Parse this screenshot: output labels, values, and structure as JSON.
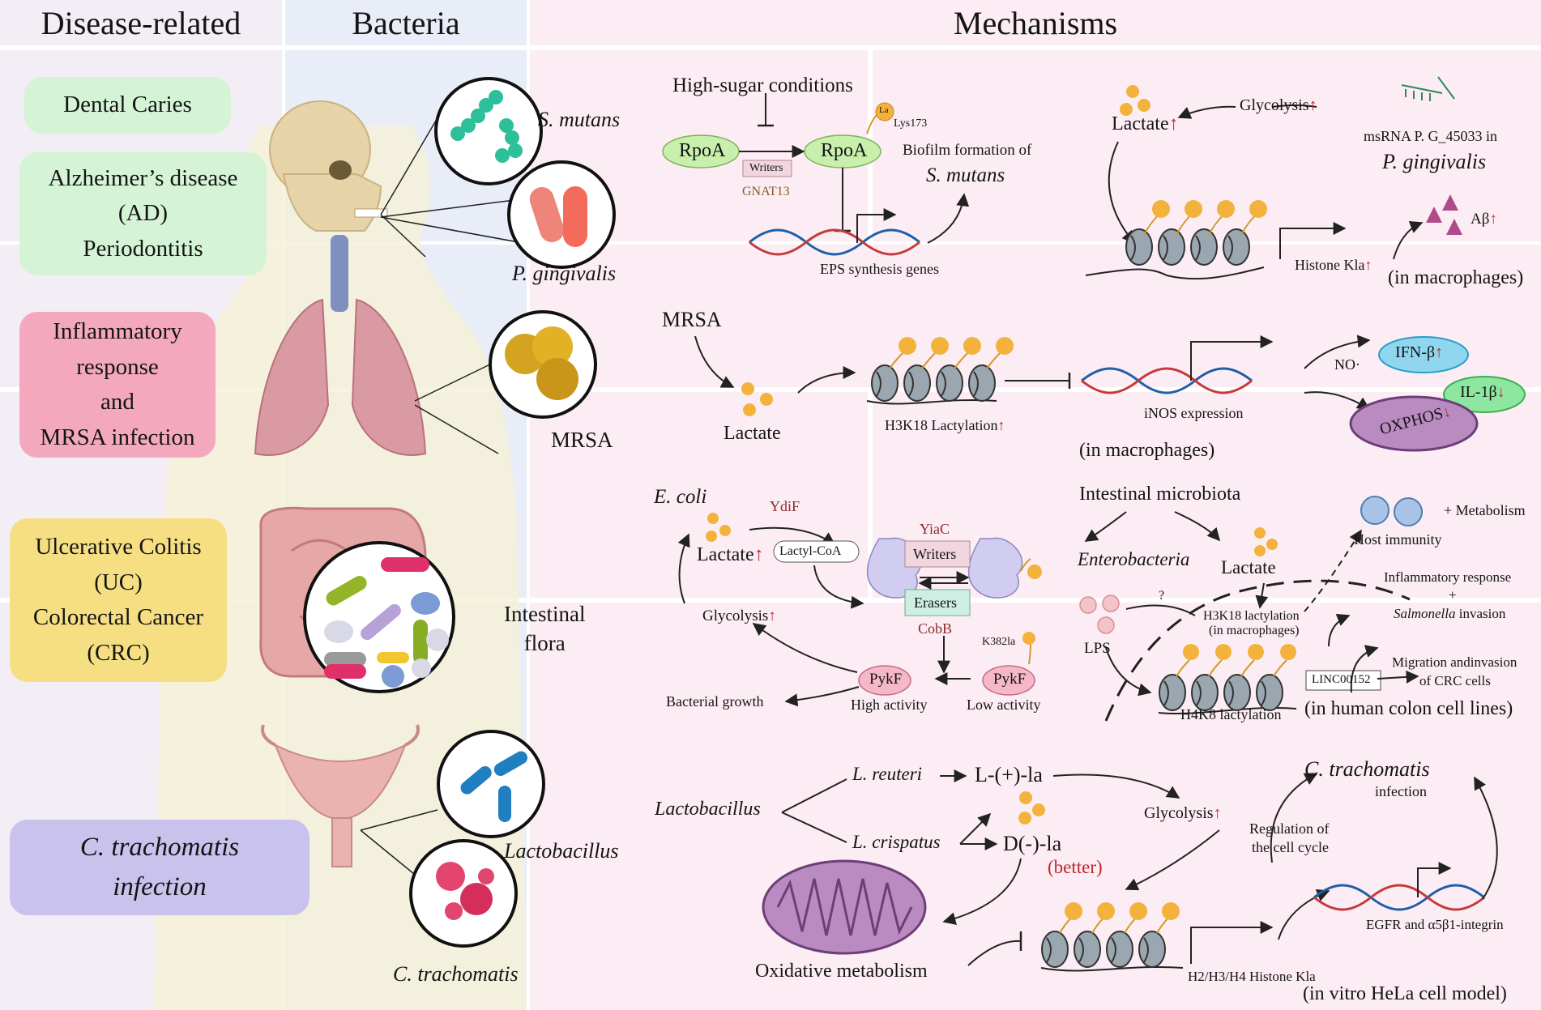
{
  "headers": {
    "disease": "Disease-related",
    "bacteria": "Bacteria",
    "mechanisms": "Mechanisms"
  },
  "diseases": {
    "caries": "Dental Caries",
    "ad": "Alzheimer’s disease\n(AD)\nPeriodontitis",
    "inflam": "Inflammatory\nresponse\nand\nMRSA infection",
    "uc": "Ulcerative Colitis\n(UC)\nColorectal Cancer\n(CRC)",
    "ct": "C. trachomatis\ninfection"
  },
  "bacteria": {
    "s_mutans": "S. mutans",
    "p_gingivalis": "P. gingivalis",
    "mrsa": "MRSA",
    "flora": "Intestinal\nflora",
    "lactobacillus": "Lactobacillus",
    "c_trachomatis": "C. trachomatis"
  },
  "mech1": {
    "high_sugar": "High-sugar conditions",
    "rpoa": "RpoA",
    "writers": "Writers",
    "gnat13": "GNAT13",
    "la": "La",
    "lys173": "Lys173",
    "biofilm": "Biofilm formation of",
    "s_mutans": "S. mutans",
    "eps": "EPS synthesis genes"
  },
  "mech2": {
    "lactate": "Lactate",
    "up": "↑",
    "glycolysis": "Glycolysis",
    "msrna": "msRNA P. G_45033 in",
    "p_gingivalis": "P. gingivalis",
    "abeta": "Aβ",
    "histone_kla": "Histone Kla",
    "note": "(in macrophages)"
  },
  "mech3": {
    "mrsa": "MRSA",
    "lactate": "Lactate",
    "h3k18": "H3K18 Lactylation",
    "inos": "iNOS expression",
    "note": "(in macrophages)",
    "no": "NO·",
    "ifn": "IFN-β",
    "il1b": "IL-1β",
    "oxphos": "OXPHOS",
    "up": "↑",
    "down": "↓"
  },
  "mech4": {
    "ecoli": "E. coli",
    "ydif": "YdiF",
    "lactate": "Lactate",
    "up": "↑",
    "lactyl_coa": "Lactyl-CoA",
    "yiac": "YiaC",
    "writers": "Writers",
    "erasers": "Erasers",
    "cobb": "CobB",
    "glycolysis": "Glycolysis",
    "k382la": "K382la",
    "pykf": "PykF",
    "high": "High activity",
    "low": "Low activity",
    "growth": "Bacterial growth"
  },
  "mech5": {
    "microbiota": "Intestinal microbiota",
    "host_immunity": "Host immunity",
    "metabolism": "+ Metabolism",
    "enterobacteria": "Enterobacteria",
    "lactate": "Lactate",
    "lps": "LPS",
    "question": "?",
    "h3k18": "H3K18 lactylation",
    "in_macro": "(in macrophages)",
    "inflam": "Inflammatory response",
    "plus": "+",
    "salmonella": "Salmonella",
    "invasion": " invasion",
    "migration": "Migration andinvasion",
    "crc": "of  CRC cells",
    "linc": "LINC00152",
    "h4k8": "H4K8 lactylation",
    "note": "(in  human colon cell lines)"
  },
  "mech6": {
    "lactobacillus": "Lactobacillus",
    "reuteri": "L. reuteri",
    "crispatus": "L. crispatus",
    "l_la": "L-(+)-la",
    "d_la": "D(-)-la",
    "better": "(better)",
    "glycolysis": "Glycolysis",
    "up": "↑",
    "c_trach": "C. trachomatis",
    "infection": "infection",
    "regulation": "Regulation of",
    "cell_cycle": "the cell cycle",
    "egfr": "EGFR and α5β1-integrin",
    "oxidative": "Oxidative metabolism",
    "histone": "H2/H3/H4 Histone Kla",
    "note": "(in vitro HeLa cell model)"
  },
  "colors": {
    "up_arrow": "#c0272d",
    "green_pill": "#d5f4d6",
    "pink_pill": "#f4a8be",
    "yellow_pill": "#f6df83",
    "lilac_pill": "#c8c2ec",
    "la_badge": "#f3b23c",
    "mito": "#b98bc0"
  }
}
